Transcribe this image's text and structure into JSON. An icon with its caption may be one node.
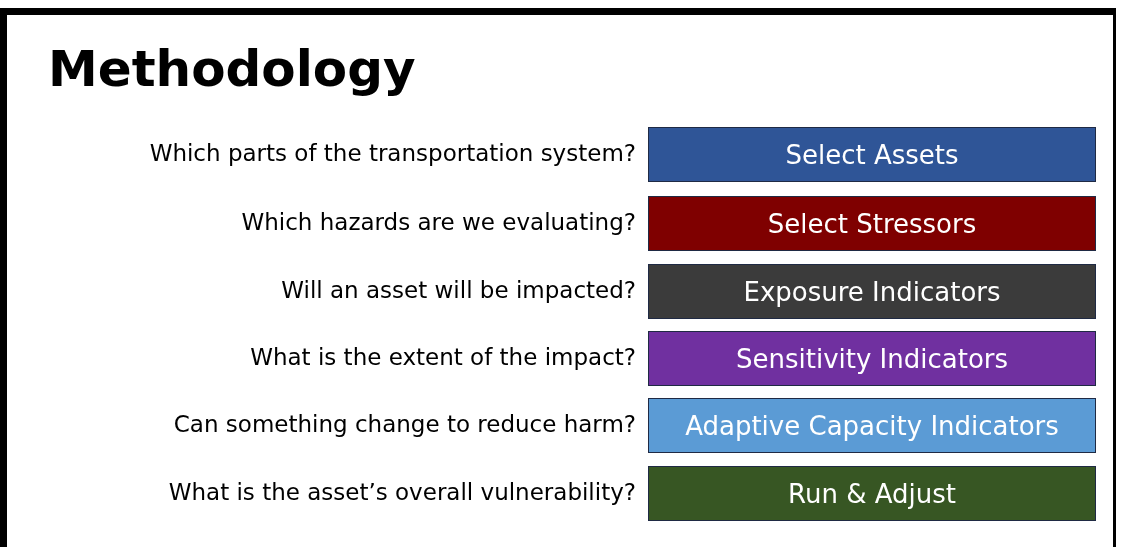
{
  "diagram": {
    "title": "Methodology",
    "nodes": [
      {
        "text": [
          "Select Assets"
        ],
        "beside": [
          "Which parts of the transportation system?"
        ]
      },
      {
        "text": [
          "Select Stressors"
        ],
        "beside": [
          "Which hazards are we evaluating?"
        ]
      },
      {
        "text": [
          "Exposure Indicators"
        ],
        "beside": [
          "Will an asset will be impacted?"
        ]
      },
      {
        "text": [
          "Sensitivity Indicators"
        ],
        "beside": [
          "What is the extent of the impact?"
        ]
      },
      {
        "text": [
          "Adaptive Capacity Indicators"
        ],
        "beside": [
          "Can something change to reduce harm?"
        ]
      },
      {
        "text": [
          "Run & Adjust"
        ],
        "beside": [
          "What is the asset’s overall vulnerability?"
        ]
      }
    ]
  }
}
